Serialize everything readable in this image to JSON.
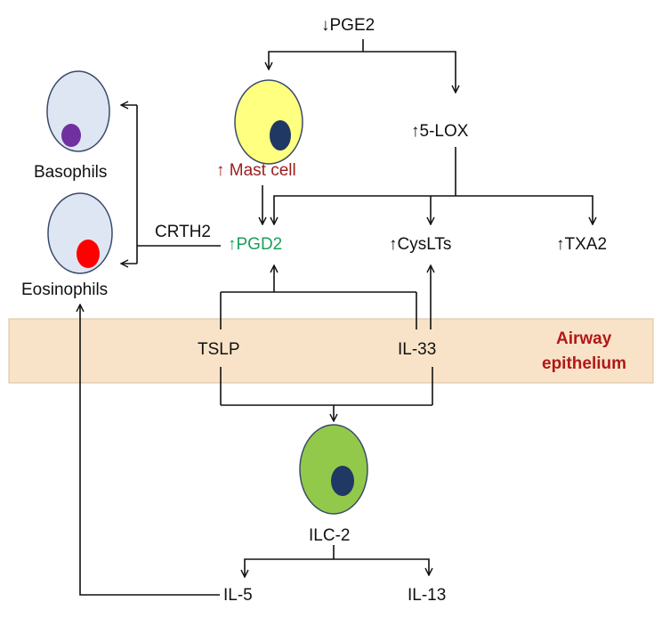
{
  "diagram": {
    "pge2": "↓PGE2",
    "five_lox": "↑5-LOX",
    "mast_cell": "↑ Mast cell",
    "pgd2": "↑PGD2",
    "cyslts": "↑CysLTs",
    "txa2": "↑TXA2",
    "crth2": "CRTH2",
    "basophils": "Basophils",
    "eosinophils": "Eosinophils",
    "tslp": "TSLP",
    "il33": "IL-33",
    "airway_line1": "Airway",
    "airway_line2": "epithelium",
    "ilc2": "ILC-2",
    "il5": "IL-5",
    "il13": "IL-13"
  },
  "colors": {
    "cell_blue_fill": "#dfe6f3",
    "cell_outline": "#3a4a6b",
    "mast_fill": "#ffff80",
    "ilc2_fill": "#92c94a",
    "nucleus_navy": "#1f3864",
    "nucleus_purple": "#7030a0",
    "nucleus_red": "#ff0000",
    "epithelium_band": "#f9e3c8",
    "mast_label_red": "#9b1c1c",
    "pgd2_green": "#1aa05a",
    "airway_red": "#b01818"
  }
}
